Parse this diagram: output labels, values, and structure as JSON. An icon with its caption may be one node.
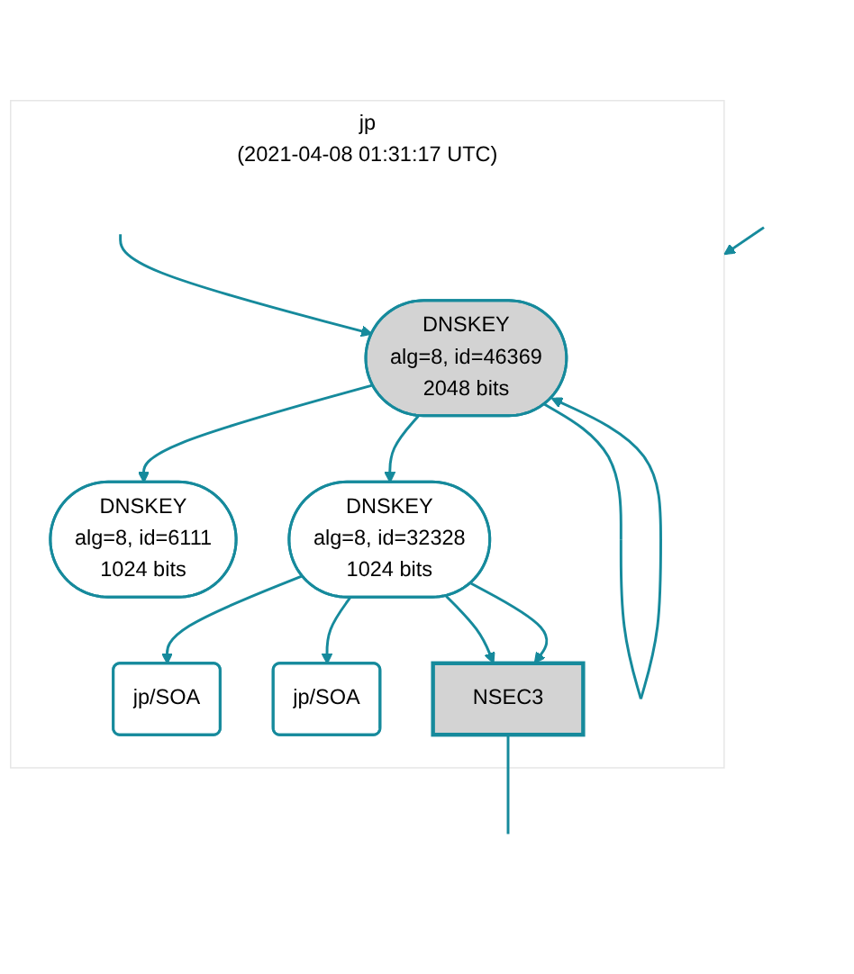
{
  "diagram": {
    "nodes": [
      {
        "text": [
          "jp",
          "(2021-04-08 01:31:17 UTC)"
        ]
      },
      {
        "text": [
          "DNSKEY",
          "alg=8, id=46369",
          "2048 bits"
        ],
        "in": 0
      },
      {
        "text": [
          "DNSKEY",
          "alg=8, id=6111",
          "1024 bits"
        ],
        "in": 0
      },
      {
        "text": [
          "DNSKEY",
          "alg=8, id=32328",
          "1024 bits"
        ],
        "in": 0
      },
      {
        "text": [
          "jp/SOA"
        ],
        "in": 0
      },
      {
        "text": [
          "jp/SOA"
        ],
        "in": 0
      },
      {
        "text": [
          "NSEC3"
        ],
        "in": 0
      }
    ],
    "edges": [
      {
        "from": null,
        "to": 0,
        "arrow": "to"
      },
      {
        "from": null,
        "to": 1,
        "arrow": "to"
      },
      {
        "from": 1,
        "to": 1,
        "arrow": "to"
      },
      {
        "from": 1,
        "to": 2,
        "arrow": "to"
      },
      {
        "from": 1,
        "to": 3,
        "arrow": "to"
      },
      {
        "from": 3,
        "to": 4,
        "arrow": "to"
      },
      {
        "from": 3,
        "to": 5,
        "arrow": "to"
      },
      {
        "from": 3,
        "to": 6,
        "arrow": "to"
      },
      {
        "from": 3,
        "to": 6,
        "arrow": "to"
      },
      {
        "from": 6,
        "to": null,
        "arrow": "none"
      }
    ]
  }
}
